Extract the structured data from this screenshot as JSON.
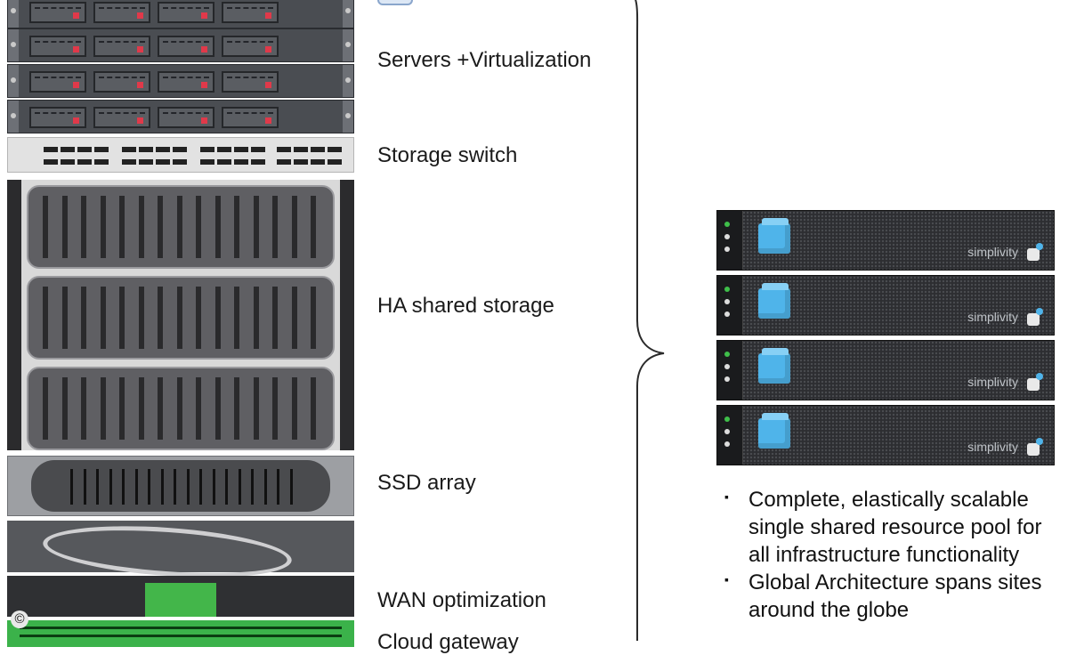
{
  "left_stack": {
    "labels": {
      "servers": "Servers +Virtualization",
      "storage_switch": "Storage switch",
      "ha_storage": "HA shared storage",
      "ssd_array": "SSD array",
      "wan": "WAN optimization",
      "cloud": "Cloud gateway"
    }
  },
  "appliances": {
    "count": 4,
    "brand": "simplivity"
  },
  "bullets": [
    "Complete, elastically scalable single shared resource pool for all infrastructure functionality",
    "Global Architecture spans sites around the globe"
  ],
  "copyright_symbol": "©",
  "colors": {
    "server_led": "#e0394a",
    "cube_accent": "#4fb4ea",
    "wan_green": "#43b64a"
  }
}
